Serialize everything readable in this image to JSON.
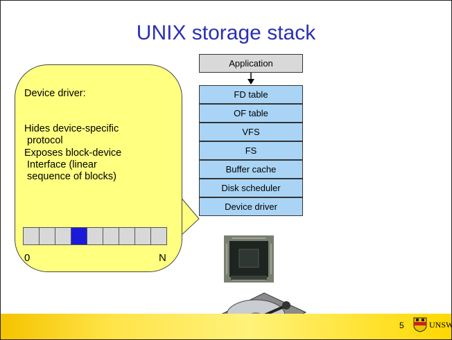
{
  "title": "UNIX storage stack",
  "callout": {
    "heading": "Device driver:",
    "line1": "Hides device-specific",
    "line2": " protocol",
    "line3": "Exposes block-device",
    "line4": " Interface (linear",
    "line5": " sequence of blocks)",
    "label_start": "0",
    "label_end": "N",
    "blocks": 9,
    "selected_block": 3
  },
  "stack": {
    "application": "Application",
    "layers": [
      "FD table",
      "OF table",
      "VFS",
      "FS",
      "Buffer cache",
      "Disk scheduler",
      "Device driver"
    ]
  },
  "footer": {
    "page_number": "5",
    "logo_text": "UNSW"
  },
  "colors": {
    "title": "#2b2fb3",
    "callout_fill": "#ffff80",
    "layer_fill": "#a9d4f5",
    "application_fill": "#d9d9d9",
    "selected_block": "#1a1ad8",
    "footer": "#ffd800"
  }
}
